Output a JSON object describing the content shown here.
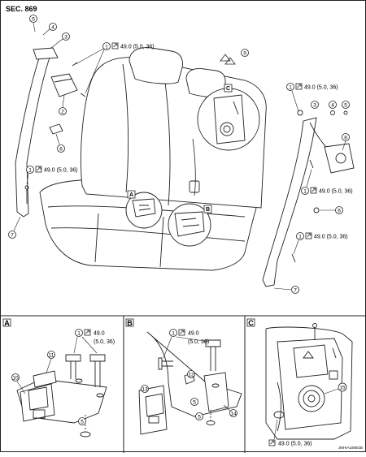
{
  "header": {
    "section": "SEC. 869"
  },
  "torque": {
    "value": "49.0 (5.0, 36)",
    "value_short": "49.0",
    "value_unit": "(5.0, 36)"
  },
  "callouts": {
    "c1": "1",
    "c2": "2",
    "c3": "3",
    "c4": "4",
    "c5": "5",
    "c6": "6",
    "c7": "7",
    "c8": "8",
    "c9": "9",
    "c10": "10",
    "c11": "11",
    "c12": "12",
    "c13": "13",
    "c14": "14",
    "c15": "15"
  },
  "detail_letters": {
    "a": "A",
    "b": "B",
    "c": "C"
  },
  "drawing_code": "JMHIA1885GB",
  "colors": {
    "line": "#222222",
    "background": "#ffffff"
  }
}
